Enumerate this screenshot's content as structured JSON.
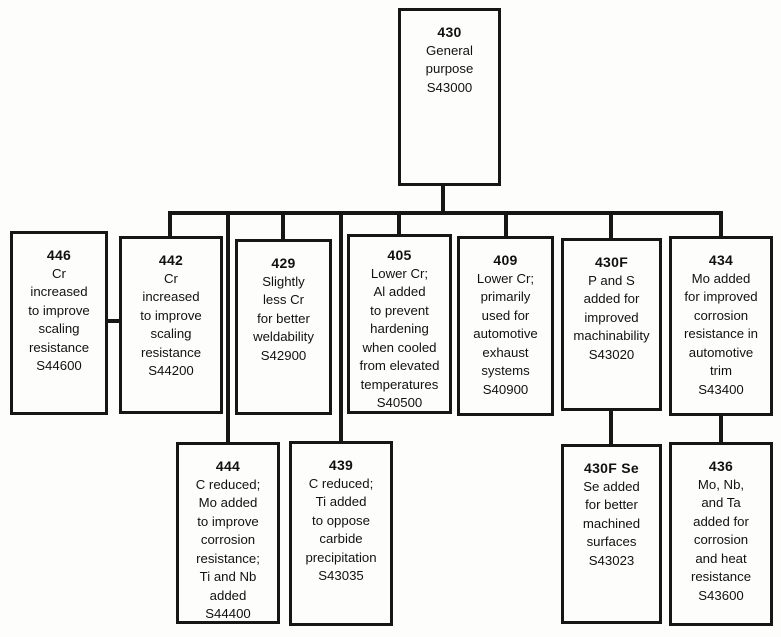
{
  "diagram": {
    "nodes": [
      {
        "grade": "430",
        "desc": "General\npurpose",
        "uns": "S43000"
      },
      {
        "grade": "446",
        "desc": "Cr\nincreased\nto improve\nscaling\nresistance",
        "uns": "S44600"
      },
      {
        "grade": "442",
        "desc": "Cr\nincreased\nto improve\nscaling\nresistance",
        "uns": "S44200"
      },
      {
        "grade": "429",
        "desc": "Slightly\nless Cr\nfor better\nweldability",
        "uns": "S42900"
      },
      {
        "grade": "405",
        "desc": "Lower Cr;\nAl added\nto prevent\nhardening\nwhen cooled\nfrom elevated\ntemperatures",
        "uns": "S40500"
      },
      {
        "grade": "409",
        "desc": "Lower Cr;\nprimarily\nused for\nautomotive\nexhaust\nsystems",
        "uns": "S40900"
      },
      {
        "grade": "430F",
        "desc": "P and S\nadded for\nimproved\nmachinability",
        "uns": "S43020"
      },
      {
        "grade": "434",
        "desc": "Mo added\nfor improved\ncorrosion\nresistance in\nautomotive\ntrim",
        "uns": "S43400"
      },
      {
        "grade": "444",
        "desc": "C reduced;\nMo added\nto improve\ncorrosion\nresistance;\nTi and Nb\nadded",
        "uns": "S44400"
      },
      {
        "grade": "439",
        "desc": "C reduced;\nTi added\nto oppose\ncarbide\nprecipitation",
        "uns": "S43035"
      },
      {
        "grade": "430F Se",
        "desc": "Se added\nfor better\nmachined\nsurfaces",
        "uns": "S43023"
      },
      {
        "grade": "436",
        "desc": "Mo, Nb,\nand Ta\nadded for\ncorrosion\nand heat\nresistance",
        "uns": "S43600"
      }
    ],
    "colors": {
      "line": "#161616",
      "background": "#fdfdfc",
      "text": "#111111"
    }
  }
}
